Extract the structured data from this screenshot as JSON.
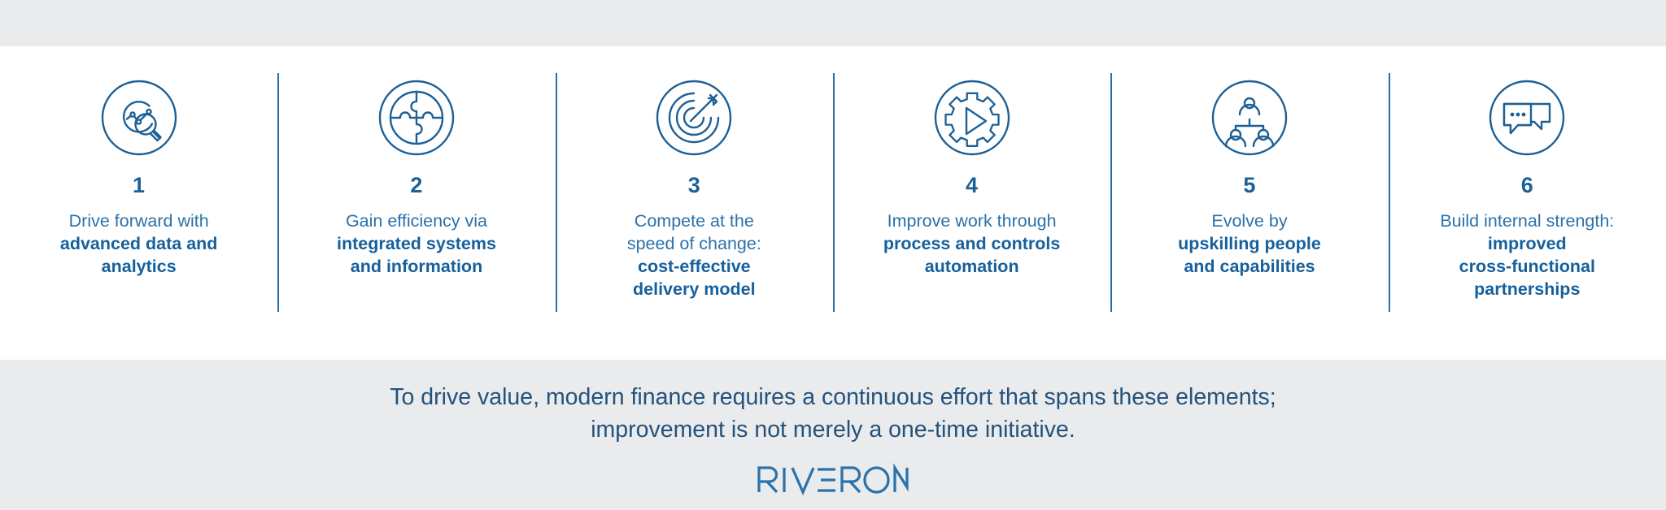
{
  "theme": {
    "accent_blue": "#1d6096",
    "text_blue": "#2a72ab",
    "bold_blue": "#16609c",
    "band_gray": "#eaebec",
    "panel_white": "#ffffff",
    "caption_blue": "#24527c",
    "divider_blue": "#2b6da4"
  },
  "panels": [
    {
      "number": "1",
      "icon": "magnifier-analytics-icon",
      "lead": "Drive forward with",
      "strong_lines": [
        "advanced data and",
        "analytics"
      ]
    },
    {
      "number": "2",
      "icon": "puzzle-globe-icon",
      "lead": "Gain efficiency via",
      "strong_lines": [
        "integrated systems",
        "and information"
      ]
    },
    {
      "number": "3",
      "icon": "target-arrow-icon",
      "lead_lines": [
        "Compete at the",
        "speed of change:"
      ],
      "strong_lines": [
        "cost-effective",
        "delivery model"
      ]
    },
    {
      "number": "4",
      "icon": "gear-play-icon",
      "lead": "Improve work through",
      "strong_lines": [
        "process and controls",
        "automation"
      ]
    },
    {
      "number": "5",
      "icon": "team-people-icon",
      "lead": "Evolve by",
      "strong_lines": [
        "upskilling people",
        "and capabilities"
      ]
    },
    {
      "number": "6",
      "icon": "speech-bubbles-icon",
      "lead": "Build internal strength:",
      "strong_lines": [
        "improved",
        "cross-functional",
        "partnerships"
      ]
    }
  ],
  "footer": {
    "caption_line1": "To drive value, modern finance requires a continuous effort that spans these elements;",
    "caption_line2": "improvement is not merely a one-time initiative.",
    "logo_text": "RIVERON"
  }
}
